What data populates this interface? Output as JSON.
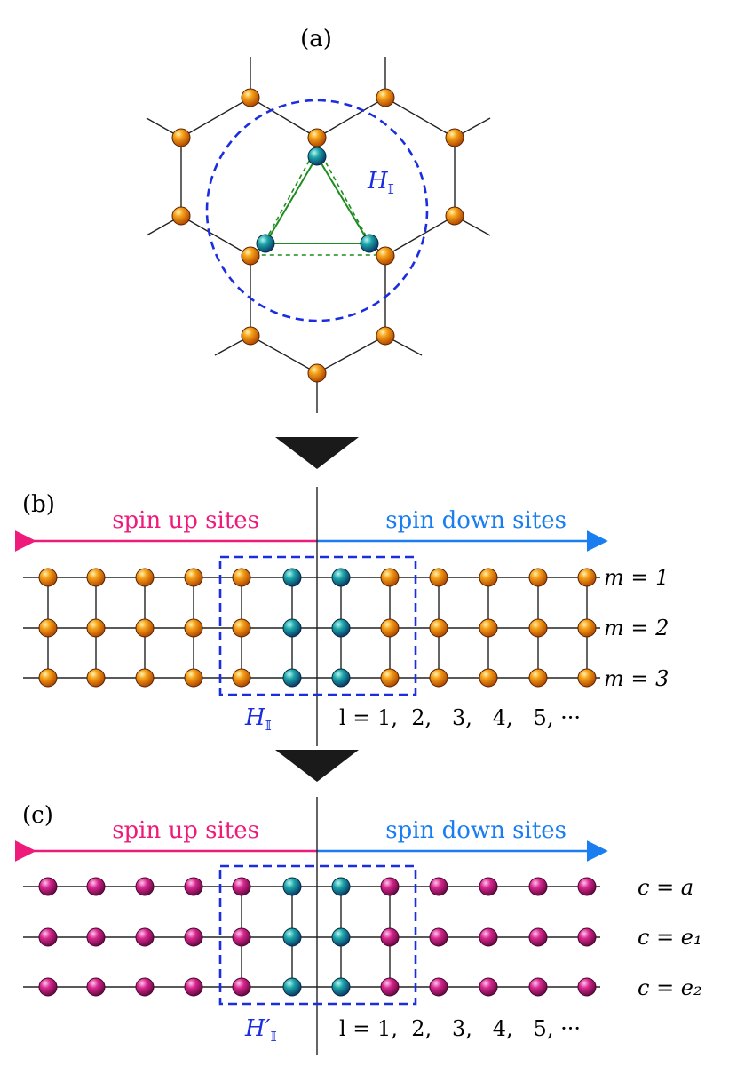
{
  "panels": {
    "a": {
      "label": "(a)",
      "region_label_main": "H",
      "region_label_sub": "𝕀"
    },
    "b": {
      "label": "(b)",
      "spin_up_label": "spin up sites",
      "spin_down_label": "spin down sites",
      "row_labels": [
        "m = 1",
        "m = 2",
        "m = 3"
      ],
      "region_label_main": "H",
      "region_label_sub": "𝕀",
      "index_label": "l = 1,  2,   3,   4,   5, ···"
    },
    "c": {
      "label": "(c)",
      "spin_up_label": "spin up sites",
      "spin_down_label": "spin down sites",
      "row_labels": [
        "c = a",
        "c = e₁",
        "c = e₂"
      ],
      "region_label_main": "H′",
      "region_label_sub": "𝕀",
      "index_label": "l = 1,  2,   3,   4,   5, ···"
    }
  },
  "colors": {
    "orange_site": "#f08a00",
    "cyan_site": "#1aa5a8",
    "magenta_site": "#d8268f",
    "dashed_region": "#1a2ee0",
    "triangle": "#1f8c1f",
    "spin_up_arrow": "#ee1b7a",
    "spin_down_arrow": "#1a7ef0",
    "big_arrow": "#1a1a1a"
  }
}
